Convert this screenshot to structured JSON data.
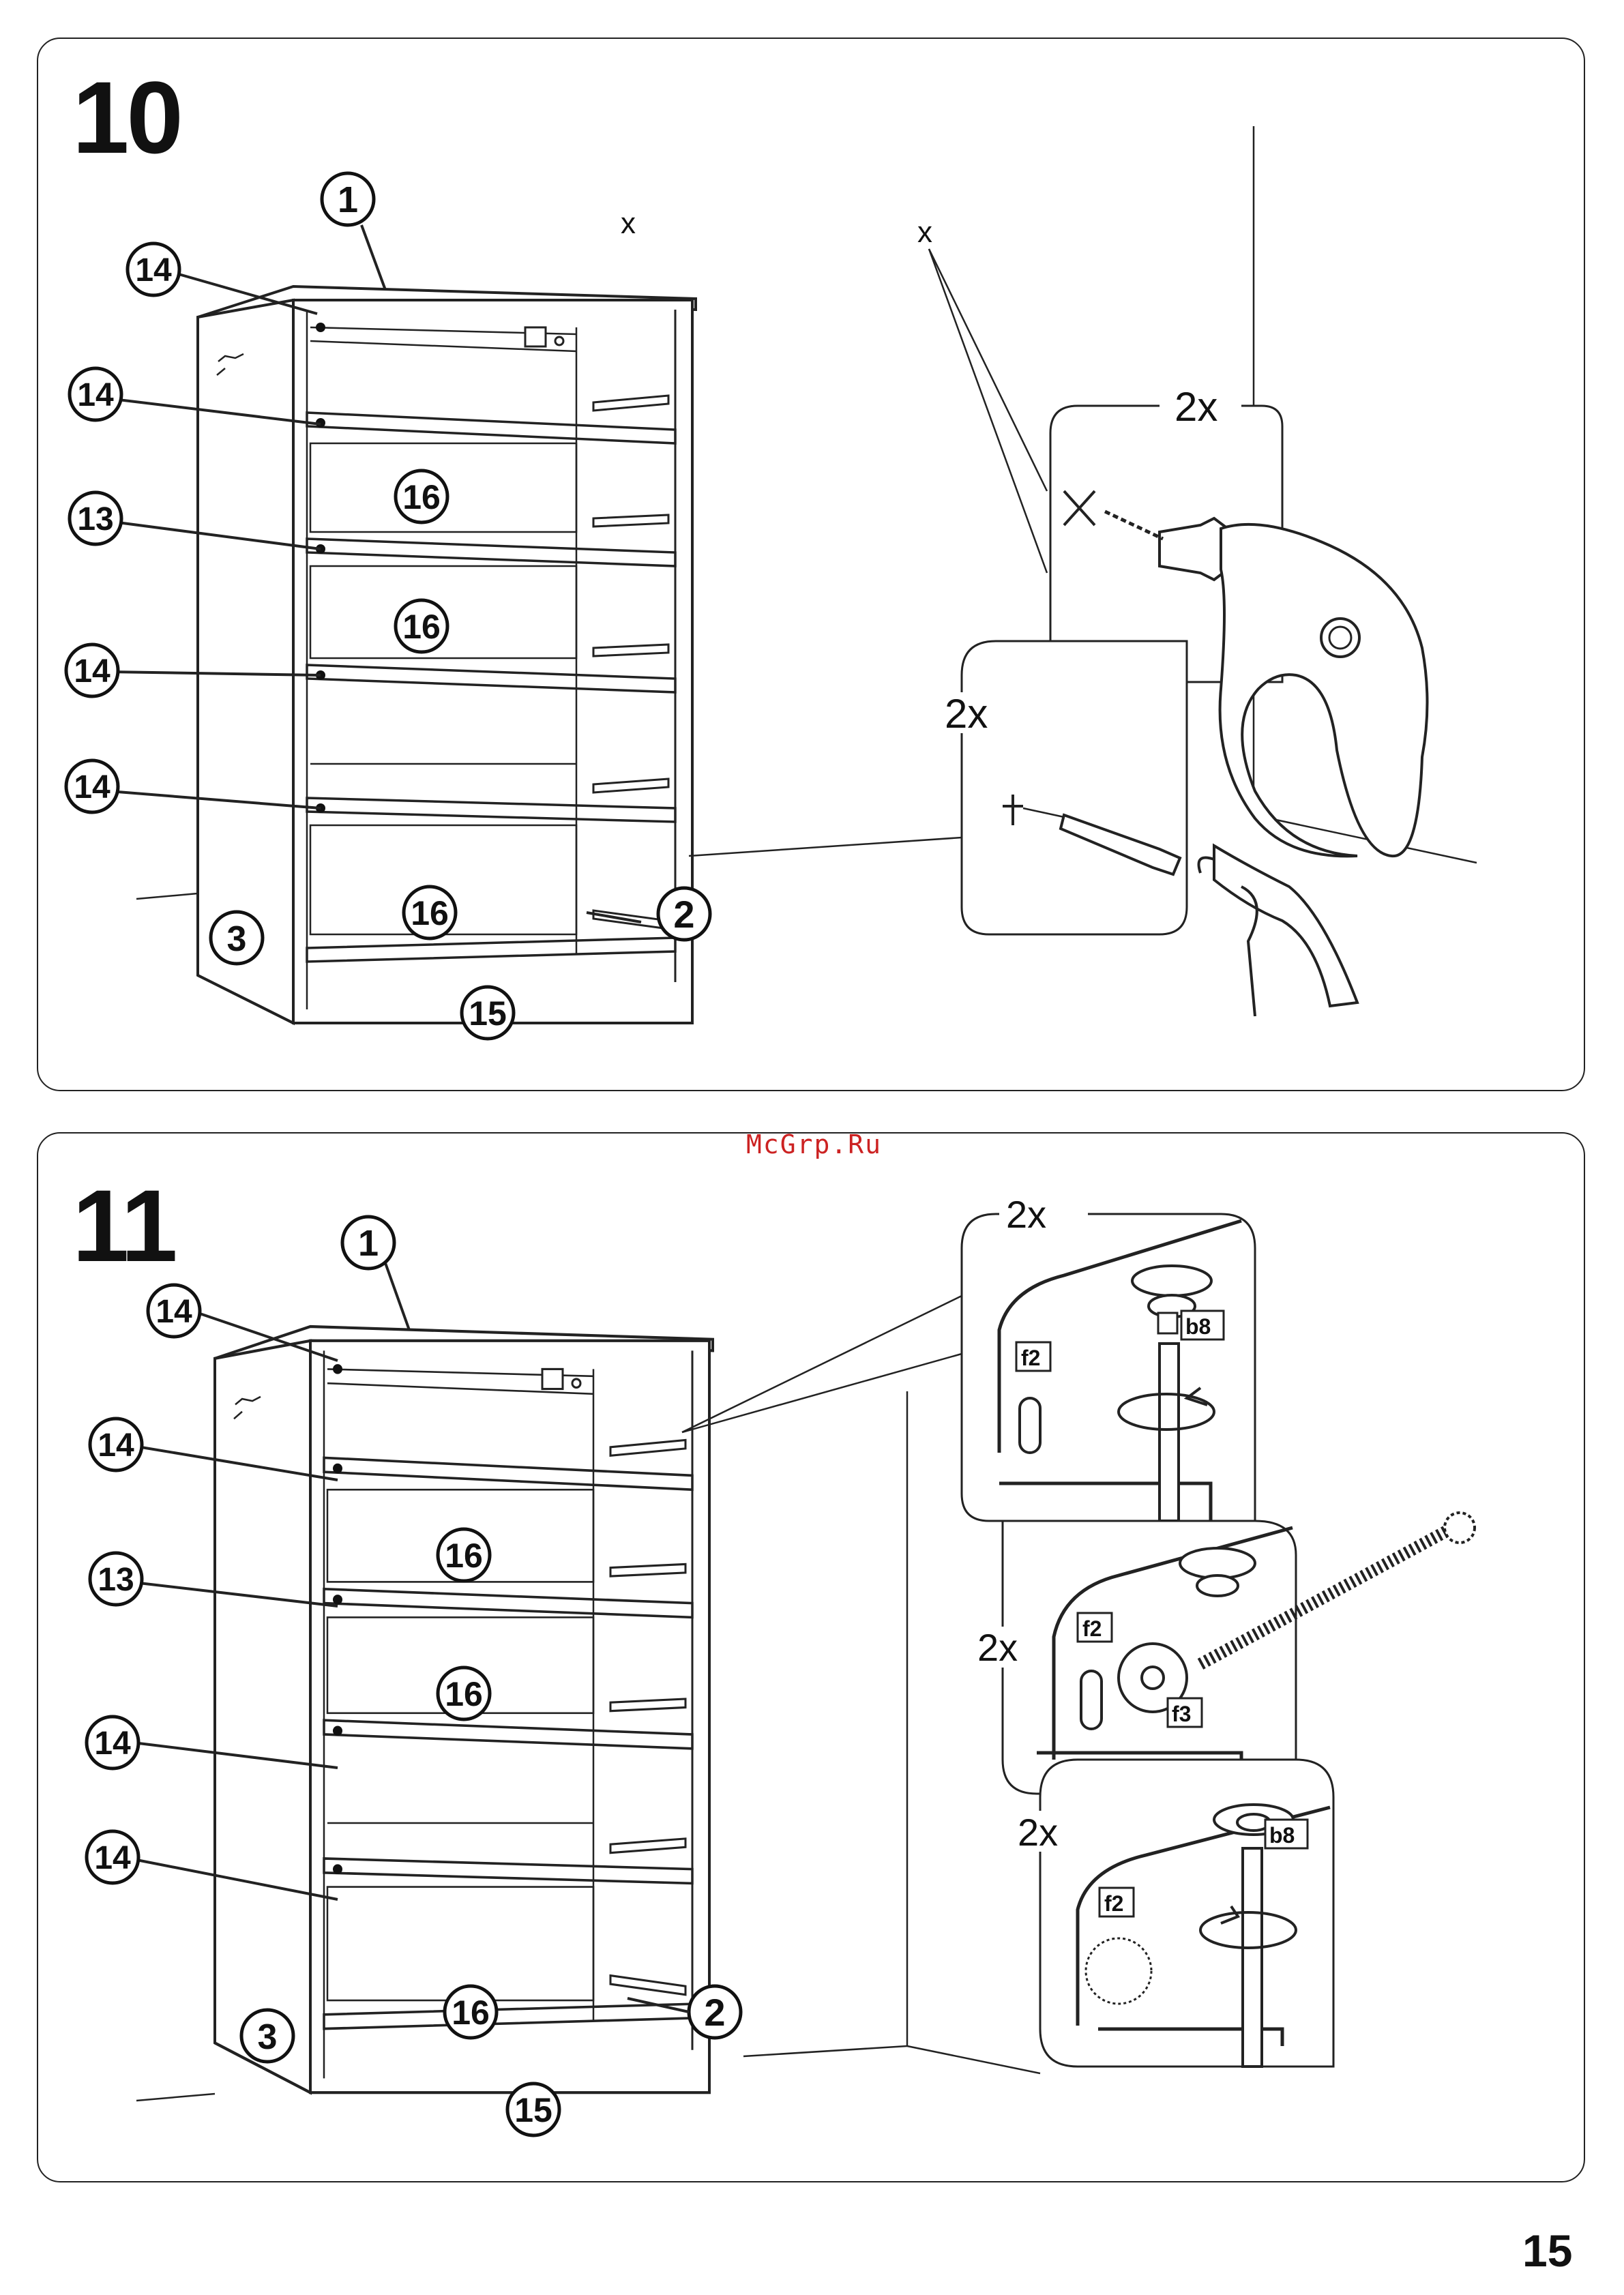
{
  "watermark": "McGrp.Ru",
  "page_number": "15",
  "steps": [
    {
      "number": "10",
      "callouts": [
        "1",
        "14",
        "14",
        "13",
        "14",
        "14",
        "16",
        "16",
        "16",
        "2",
        "3",
        "15"
      ],
      "marks": [
        "x",
        "x"
      ],
      "quantities": [
        "2x",
        "2x"
      ]
    },
    {
      "number": "11",
      "callouts": [
        "1",
        "14",
        "14",
        "13",
        "14",
        "14",
        "16",
        "16",
        "16",
        "2",
        "3",
        "15"
      ],
      "quantities": [
        "2x",
        "2x",
        "2x"
      ],
      "parts": [
        "f2",
        "b8",
        "f2",
        "f3",
        "f2",
        "b8"
      ]
    }
  ]
}
